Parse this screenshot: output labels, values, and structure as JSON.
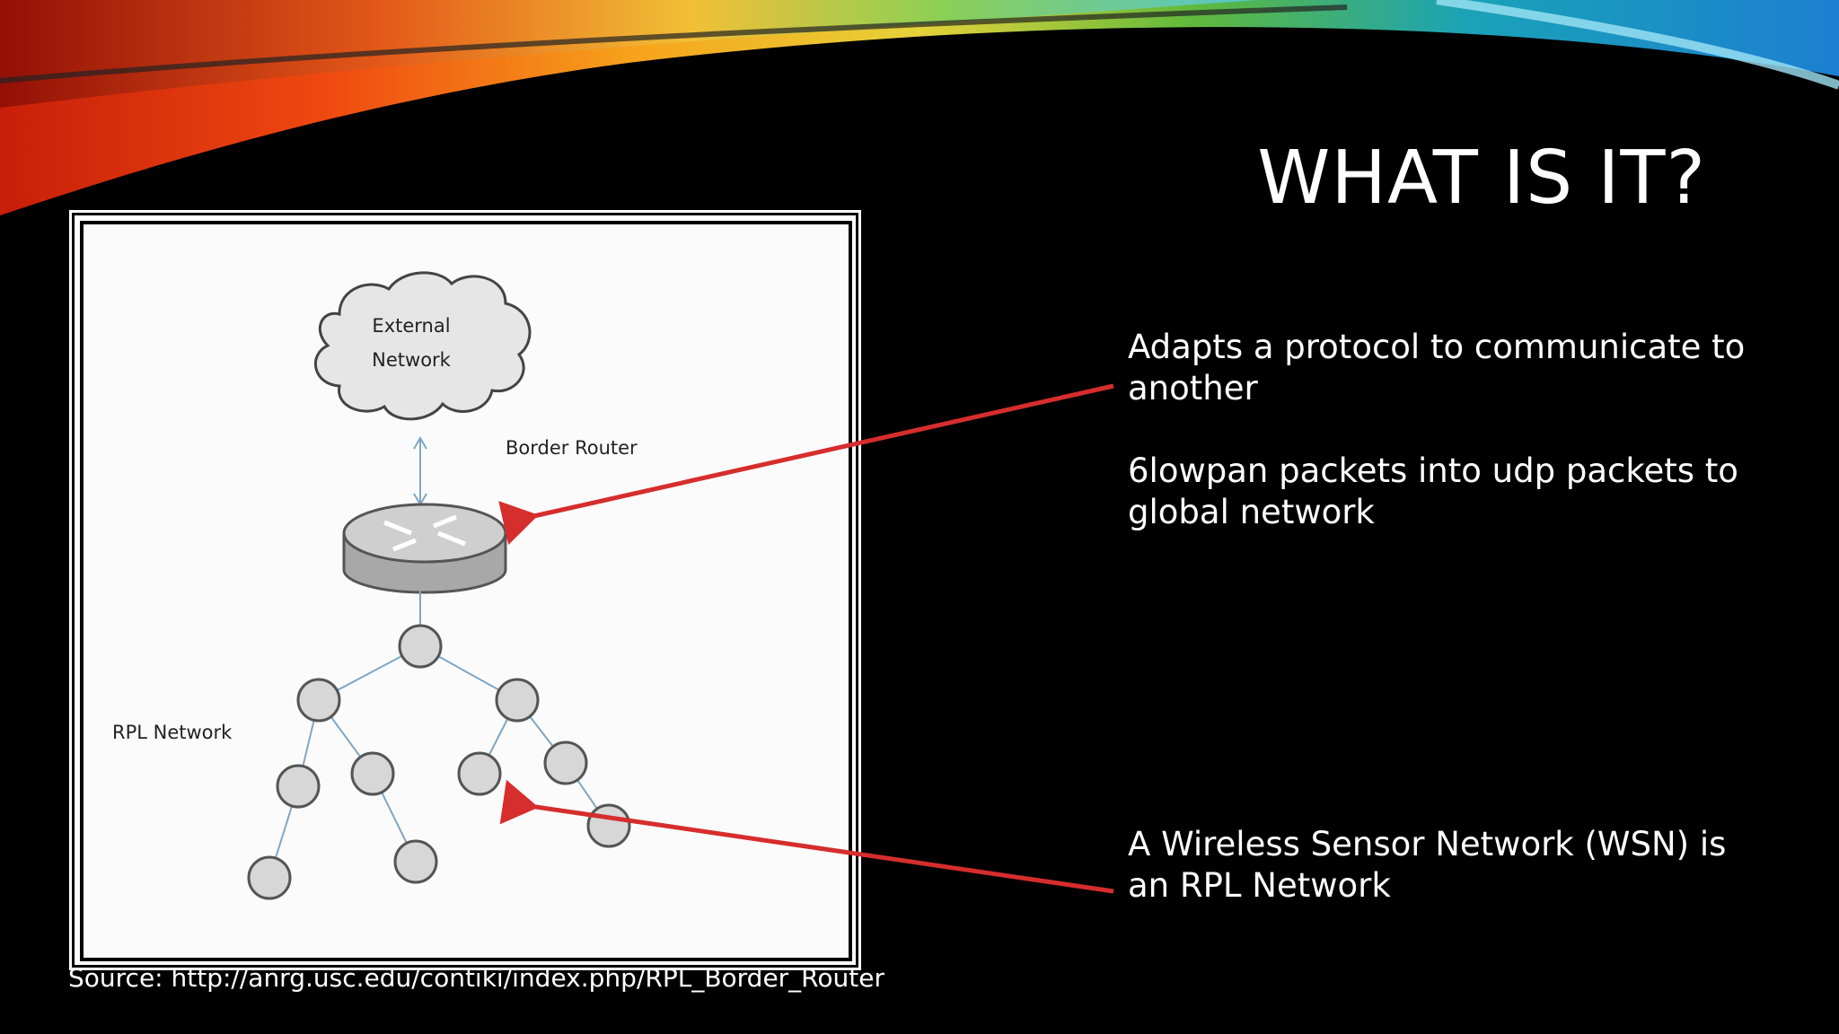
{
  "slide": {
    "title": "WHAT IS IT?",
    "bullets": [
      "Adapts a protocol to communicate to another",
      "6lowpan packets into udp packets to global network",
      "A Wireless Sensor Network (WSN) is an RPL Network"
    ],
    "source_caption": "Source: http://anrg.usc.edu/contiki/index.php/RPL_Border_Router"
  },
  "diagram": {
    "cloud_label_line1": "External",
    "cloud_label_line2": "Network",
    "router_label": "Border Router",
    "network_label": "RPL Network"
  },
  "colors": {
    "background": "#000000",
    "arrow": "#d62d2d",
    "node_fill": "#d7d7d7",
    "link": "#7fa6c6"
  }
}
